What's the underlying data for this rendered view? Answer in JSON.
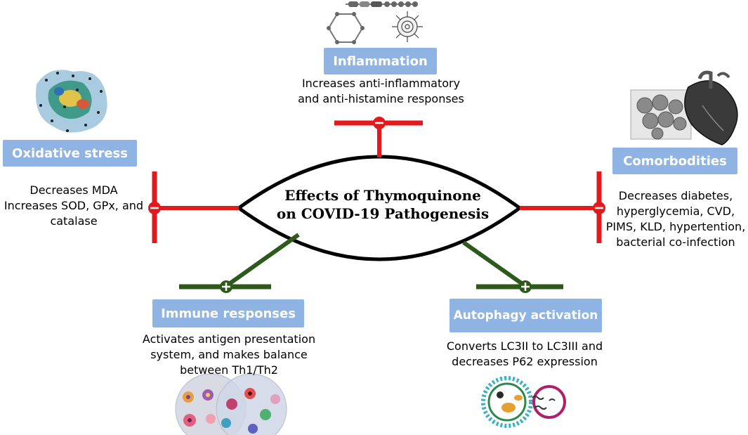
{
  "center": {
    "line1": "Effects of Thymoquinone",
    "line2": "on COVID-19 Pathogenesis"
  },
  "colors": {
    "inhibit": "#e31a1c",
    "activate": "#2d5a1b",
    "box": "#8fb4e3",
    "ellipse_stroke": "#000000"
  },
  "effects": {
    "inflammation": {
      "title": "Inflammation",
      "effect": "minus",
      "lines": [
        "Increases anti-inflammatory",
        "and anti-histamine responses"
      ]
    },
    "oxidative_stress": {
      "title": "Oxidative stress",
      "effect": "minus",
      "lines": [
        "Decreases MDA",
        "Increases SOD, GPx, and",
        "catalase"
      ]
    },
    "comorbodities": {
      "title": "Comorbodities",
      "effect": "minus",
      "lines": [
        "Decreases diabetes,",
        "hyperglycemia, CVD,",
        "PIMS, KLD, hypertention,",
        "bacterial co-infection"
      ]
    },
    "immune_responses": {
      "title": "Immune responses",
      "effect": "plus",
      "lines": [
        "Activates antigen presentation",
        "system, and makes balance",
        "between Th1/Th2"
      ]
    },
    "autophagy": {
      "title": "Autophagy activation",
      "effect": "plus",
      "lines": [
        "Converts LC3II to LC3III and",
        "decreases P62 expression"
      ]
    }
  },
  "icons": {
    "inflammation": [
      "protein-chain-icon",
      "virus-particle-icon"
    ],
    "oxidative_stress": "oxidative-map-icon",
    "comorbodities": [
      "lung-tissue-icon",
      "heart-icon"
    ],
    "immune_responses": "immune-cells-icon",
    "autophagy": "autophagosome-icon"
  }
}
